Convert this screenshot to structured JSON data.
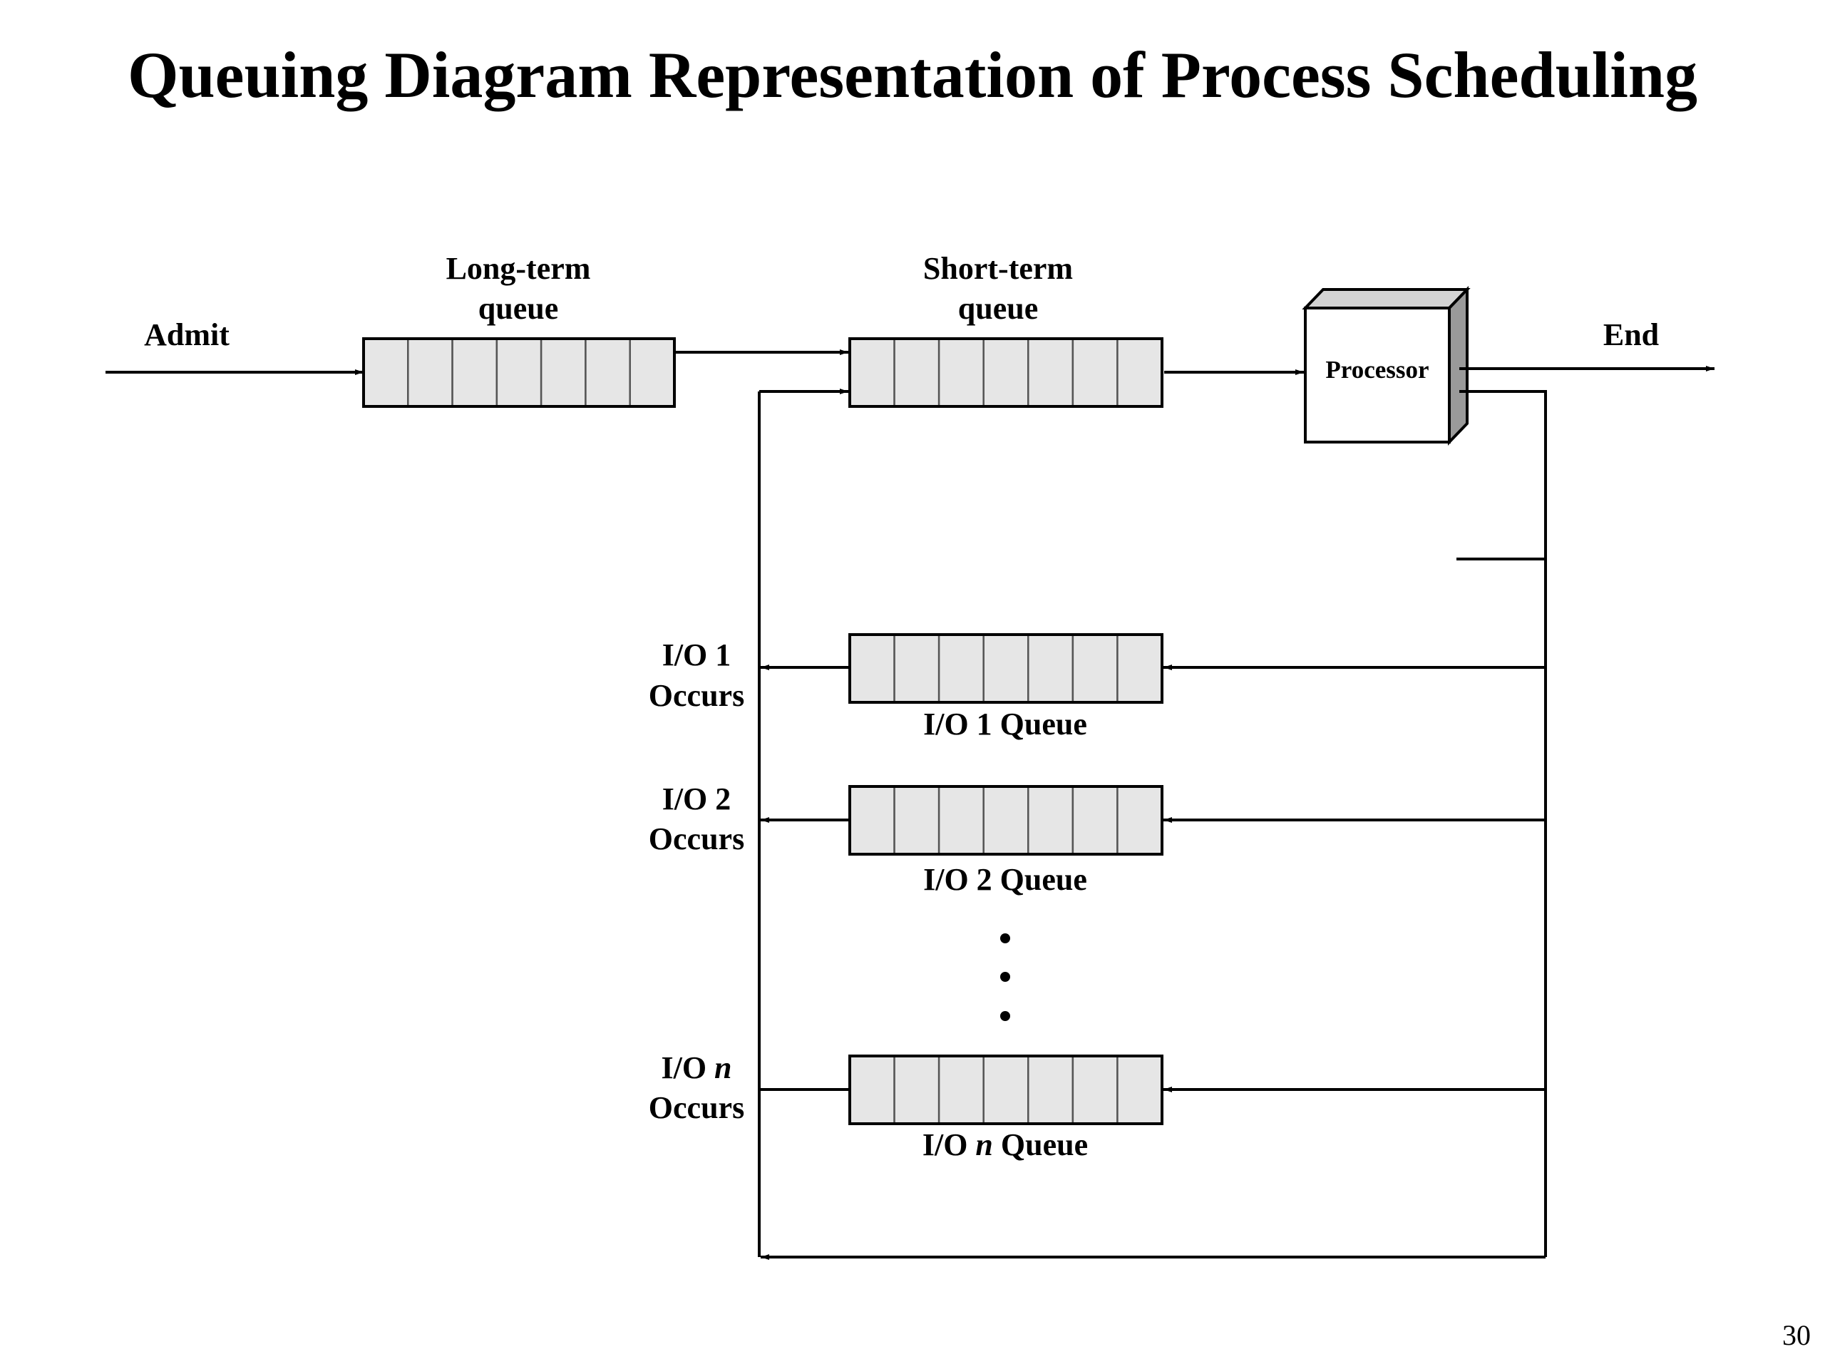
{
  "slide": {
    "title": "Queuing Diagram Representation of Process Scheduling",
    "page_number": "30"
  },
  "diagram": {
    "admit": "Admit",
    "end": "End",
    "long_term_queue": [
      "Long-term",
      "queue"
    ],
    "short_term_queue": [
      "Short-term",
      "queue"
    ],
    "processor": "Processor",
    "io_queues": [
      {
        "occurs": [
          "I/O 1",
          "Occurs"
        ],
        "queue_label": "I/O 1 Queue"
      },
      {
        "occurs": [
          "I/O 2",
          "Occurs"
        ],
        "queue_label": "I/O 2 Queue"
      },
      {
        "occurs_prefix": "I/O ",
        "occurs_var": "n",
        "occurs_line2": "Occurs",
        "queue_prefix": "I/O ",
        "queue_var": "n",
        "queue_suffix": " Queue"
      }
    ]
  },
  "colors": {
    "queue_fill": "#e6e6e6",
    "stroke": "#000000",
    "processor_side": "#9a9a9a",
    "processor_top": "#d4d4d4"
  }
}
